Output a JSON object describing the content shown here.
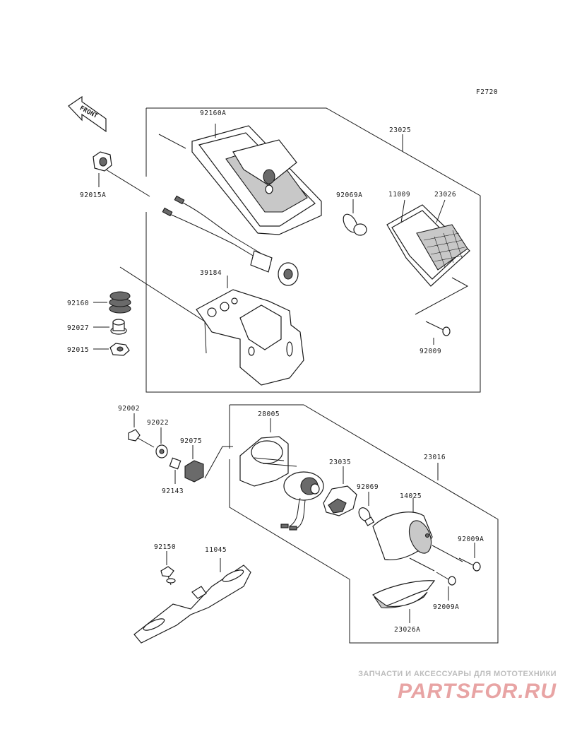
{
  "figure_code": "F2720",
  "front_label": "FRONT",
  "parts_upper": {
    "p92160A": "92160A",
    "p23025": "23025",
    "p92015A": "92015A",
    "p92069A": "92069A",
    "p11009": "11009",
    "p23026": "23026",
    "p39184": "39184",
    "p92160": "92160",
    "p92027": "92027",
    "p92015": "92015",
    "p92009": "92009"
  },
  "parts_lower": {
    "p92002": "92002",
    "p92022": "92022",
    "p92075": "92075",
    "p92143": "92143",
    "p28005": "28005",
    "p23035": "23035",
    "p23016": "23016",
    "p92069": "92069",
    "p14025": "14025",
    "p92009A_1": "92009A",
    "p92009A_2": "92009A",
    "p23026A": "23026A",
    "p92150": "92150",
    "p11045": "11045"
  },
  "watermark": {
    "tagline": "ЗАПЧАСТИ И АКСЕССУАРЫ ДЛЯ МОТОТЕХНИКИ",
    "logo": "PARTSFOR.RU"
  },
  "colors": {
    "line": "#1a1a1a",
    "watermark_logo": "#e8a4a4",
    "watermark_text": "#bdbdbd"
  }
}
